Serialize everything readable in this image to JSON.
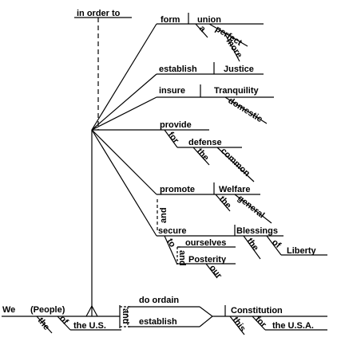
{
  "connector": "in order to",
  "infinitives": {
    "form": {
      "verb": "form",
      "object": "union",
      "modifiers": [
        "a",
        "perfect",
        "more"
      ]
    },
    "establish": {
      "verb": "establish",
      "object": "Justice"
    },
    "insure": {
      "verb": "insure",
      "object": "Tranquility",
      "modifiers": [
        "domestic"
      ]
    },
    "provide": {
      "verb": "provide",
      "preposition": "for",
      "object": "defense",
      "modifiers": [
        "the",
        "common"
      ]
    },
    "promote": {
      "verb": "promote",
      "object": "Welfare",
      "modifiers": [
        "the",
        "general"
      ],
      "conjunction": "and"
    },
    "secure": {
      "verb": "secure",
      "object": "Blessings",
      "modifiers": [
        "the"
      ],
      "of_phrase": {
        "preposition": "of",
        "object": "Liberty"
      },
      "to_phrase": {
        "preposition": "to",
        "objects": [
          "ourselves",
          "Posterity"
        ],
        "conjunction": "and",
        "modifier": "our"
      }
    }
  },
  "main_clause": {
    "subject": "We",
    "appositive": "(People)",
    "subject_modifiers": [
      "the",
      "of",
      "the U.S."
    ],
    "conjunction": "and",
    "verbs": [
      "do ordain",
      "establish"
    ],
    "object": "Constitution",
    "object_modifiers": [
      "this",
      "for",
      "the U.S.A."
    ]
  }
}
